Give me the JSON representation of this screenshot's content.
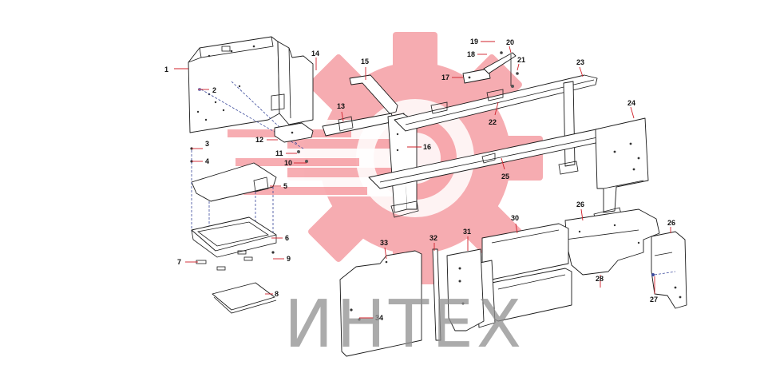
{
  "watermark": {
    "text": "ИНТЕХ",
    "logo": "gear-logo",
    "color": "#f06a72"
  },
  "callouts": [
    "1",
    "2",
    "3",
    "4",
    "5",
    "6",
    "7",
    "8",
    "9",
    "10",
    "11",
    "12",
    "13",
    "14",
    "15",
    "16",
    "17",
    "18",
    "19",
    "20",
    "21",
    "22",
    "23",
    "24",
    "25",
    "26",
    "26",
    "27",
    "28",
    "30",
    "31",
    "32",
    "33",
    "34"
  ]
}
